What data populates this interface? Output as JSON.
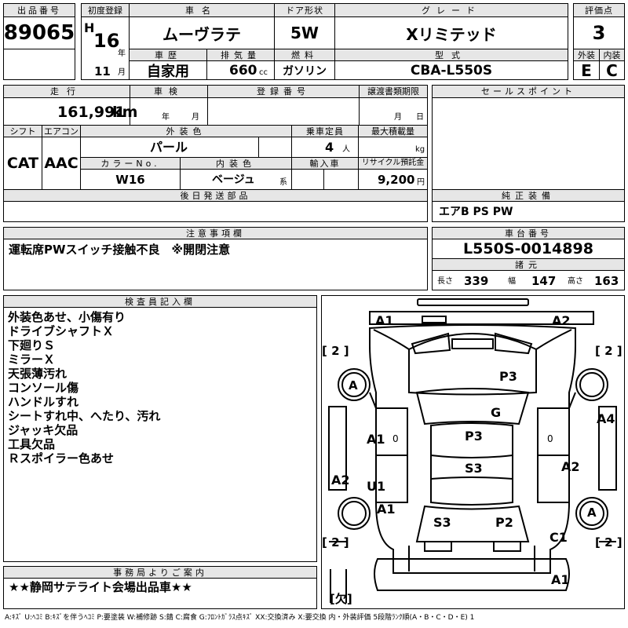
{
  "headers": {
    "lot_no": "出品番号",
    "first_reg": "初度登録",
    "car_name": "車名",
    "door": "ドア形状",
    "grade": "グレード",
    "score": "評価点",
    "history": "車歴",
    "displacement": "排気量",
    "fuel": "燃料",
    "model": "型式",
    "exterior": "外装",
    "interior": "内装",
    "mileage": "走行",
    "inspection": "車検",
    "reg_no": "登録番号",
    "transfer_deadline": "譲渡書類期限",
    "sales_point": "セールスポイント",
    "shift": "シフト",
    "aircon": "エアコン",
    "ext_color": "外装色",
    "capacity": "乗車定員",
    "max_load": "最大積載量",
    "color_no": "カラーNo.",
    "int_color": "内装色",
    "import": "輸入車",
    "recycle": "リサイクル預託金",
    "later_parts": "後日発送部品",
    "genuine": "純正装備",
    "caution": "注意事項欄",
    "chassis_no": "車台番号",
    "dimensions": "諸元",
    "inspector": "検査員記入欄",
    "office": "事務局よりご案内"
  },
  "vehicle": {
    "lot_no": "89065",
    "era": "H",
    "year": "16",
    "year_unit": "年",
    "month": "11",
    "month_unit": "月",
    "name": "ムーヴラテ",
    "door": "5W",
    "grade": "Xリミテッド",
    "score": "3",
    "history": "自家用",
    "cc": "660",
    "cc_unit": "cc",
    "fuel": "ガソリン",
    "model": "CBA-L550S",
    "exterior_grade": "E",
    "interior_grade": "C",
    "mileage": "161,991",
    "mileage_unit": "km",
    "inspection_year": "年",
    "inspection_month": "月",
    "deadline_month": "月",
    "deadline_day": "日",
    "shift": "CAT",
    "aircon": "AAC",
    "ext_color": "パール",
    "capacity": "4",
    "capacity_unit": "人",
    "load_unit": "kg",
    "color_no": "W16",
    "int_color": "ベージュ",
    "int_color_suffix": "系",
    "recycle": "9,200",
    "recycle_unit": "円",
    "genuine": "エアB PS PW",
    "caution": "運転席PWスイッチ接触不良　※開閉注意",
    "chassis_no": "L550S-0014898",
    "length_label": "長さ",
    "length": "339",
    "width_label": "幅",
    "width": "147",
    "height_label": "高さ",
    "height": "163"
  },
  "inspector_notes": [
    "外装色あせ、小傷有り",
    "ドライブシャフトＸ",
    "下廻りＳ",
    "ミラーＸ",
    "天張薄汚れ",
    "コンソール傷",
    "ハンドルすれ",
    "シートすれ中、へたり、汚れ",
    "ジャッキ欠品",
    "工具欠品",
    "Ｒスポイラー色あせ"
  ],
  "office_note": "★★静岡サテライト会場出品車★★",
  "diagram": {
    "top_left": "A1",
    "top_right": "A2",
    "bracket_tl": "[ 2 ]",
    "bracket_tr": "[ 2 ]",
    "bracket_bl": "[ 2 ]",
    "bracket_br": "[ 2 ]",
    "bracket_missing": "[欠]",
    "wheel_fl": "A",
    "wheel_rr": "A",
    "hood": "P3",
    "windshield": "G",
    "fender_r": "A4",
    "front_door_l": "A1",
    "front_door_l_zero": "0",
    "roof": "P3",
    "rear_door_r_zero": "0",
    "rear_door_r": "A2",
    "interior_s": "S3",
    "quarter_l": "A2",
    "step_l": "U1",
    "rear_l": "A1",
    "seat": "S3",
    "trunk": "P2",
    "corner_rr": "C1",
    "rear_bumper": "A1"
  },
  "legend": "A:ｷｽﾞ U:ﾍｺﾐ B:ｷｽﾞを伴うﾍｺﾐ P:要塗装 W:補修跡 S:錆 C:腐食 G:ﾌﾛﾝﾄｶﾞﾗｽ点ｷｽﾞ XX:交換済み X:要交換 内・外装評価 5段階ﾗﾝｸ順(A・B・C・D・E) 1"
}
